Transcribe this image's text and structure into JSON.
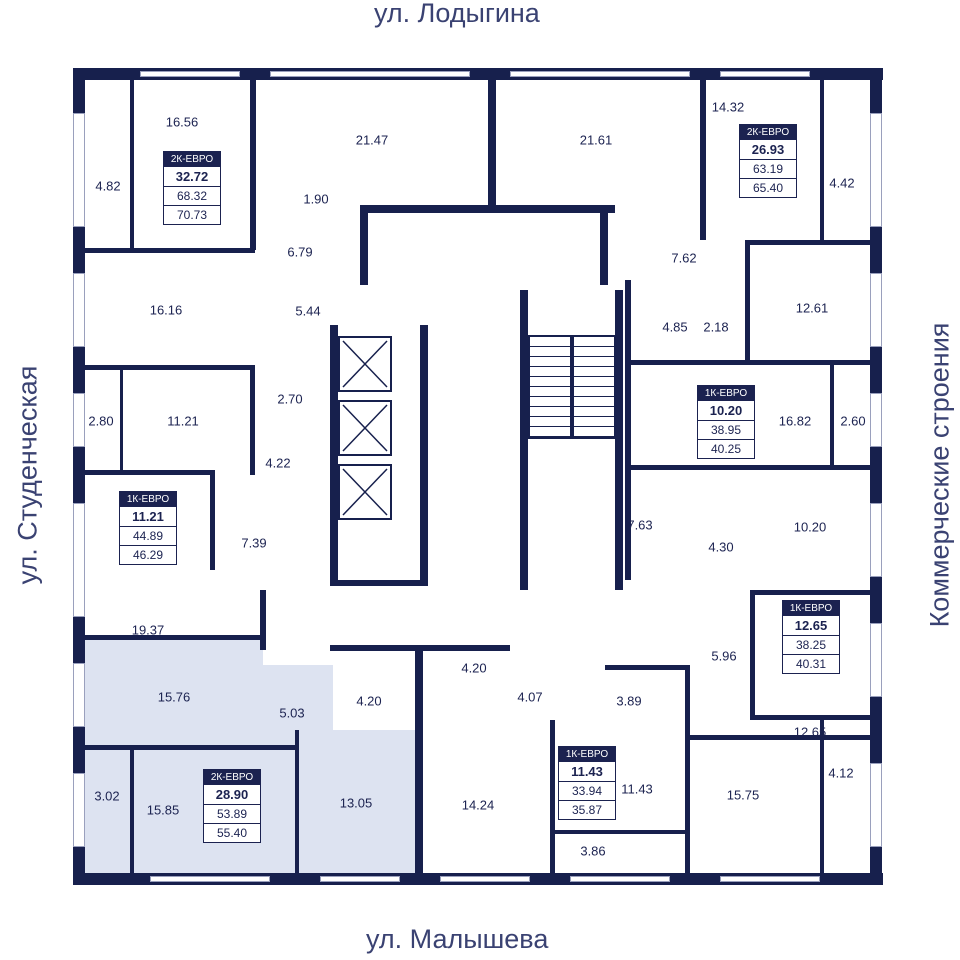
{
  "streets": {
    "top": "ул. Лодыгина",
    "bottom": "ул. Малышева",
    "left": "ул. Студенческая",
    "right": "Коммерческие строения"
  },
  "rooms": [
    "16.56",
    "4.82",
    "21.47",
    "21.61",
    "14.32",
    "4.42",
    "1.90",
    "6.79",
    "7.62",
    "16.16",
    "5.44",
    "4.85",
    "2.18",
    "12.61",
    "2.80",
    "11.21",
    "2.70",
    "4.22",
    "16.82",
    "2.60",
    "7.39",
    "7.63",
    "4.30",
    "10.20",
    "19.37",
    "5.96",
    "15.76",
    "5.03",
    "4.20",
    "4.20",
    "4.07",
    "3.89",
    "12.65",
    "3.02",
    "15.85",
    "13.05",
    "14.24",
    "11.43",
    "3.86",
    "15.75",
    "4.12"
  ],
  "apartments": [
    {
      "type": "2К-ЕВРО",
      "living": "32.72",
      "total": "68.32",
      "total_with_balcony": "70.73"
    },
    {
      "type": "2К-ЕВРО",
      "living": "26.93",
      "total": "63.19",
      "total_with_balcony": "65.40"
    },
    {
      "type": "1К-ЕВРО",
      "living": "10.20",
      "total": "38.95",
      "total_with_balcony": "40.25"
    },
    {
      "type": "1К-ЕВРО",
      "living": "11.21",
      "total": "44.89",
      "total_with_balcony": "46.29"
    },
    {
      "type": "1К-ЕВРО",
      "living": "12.65",
      "total": "38.25",
      "total_with_balcony": "40.31"
    },
    {
      "type": "2К-ЕВРО",
      "living": "28.90",
      "total": "53.89",
      "total_with_balcony": "55.40"
    },
    {
      "type": "1К-ЕВРО",
      "living": "11.43",
      "total": "33.94",
      "total_with_balcony": "35.87"
    }
  ],
  "colors": {
    "wall": "#17204d",
    "highlight": "#dde3f1"
  }
}
